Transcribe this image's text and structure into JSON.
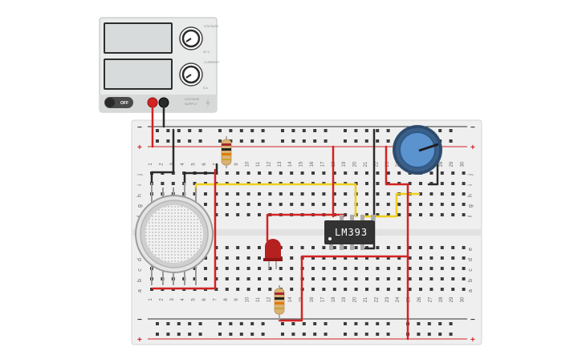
{
  "power_supply": {
    "switch_label": "OFF",
    "knob1_label": "VOLTAGE",
    "knob1_max": "30 V",
    "knob2_label": "CURRENT",
    "knob2_max": "5 A",
    "brand_line1": "VOLTAGE",
    "brand_line2": "SUPPLY"
  },
  "breadboard": {
    "rail_plus": "+",
    "rail_minus": "−",
    "rows_top": [
      "j",
      "i",
      "h",
      "g",
      "f"
    ],
    "rows_bottom": [
      "e",
      "d",
      "c",
      "b",
      "a"
    ],
    "columns": [
      "1",
      "2",
      "3",
      "4",
      "5",
      "6",
      "7",
      "8",
      "9",
      "10",
      "11",
      "12",
      "13",
      "14",
      "15",
      "16",
      "17",
      "18",
      "19",
      "20",
      "21",
      "22",
      "23",
      "24",
      "25",
      "26",
      "27",
      "28",
      "29",
      "30"
    ]
  },
  "chip": {
    "label": "LM393"
  },
  "colors": {
    "wire_red": "#d32323",
    "wire_black": "#2a2a2a",
    "wire_yellow": "#f0cf1b",
    "led_red": "#b52020",
    "pot_blue": "#4e87c4",
    "board": "#efefef"
  }
}
